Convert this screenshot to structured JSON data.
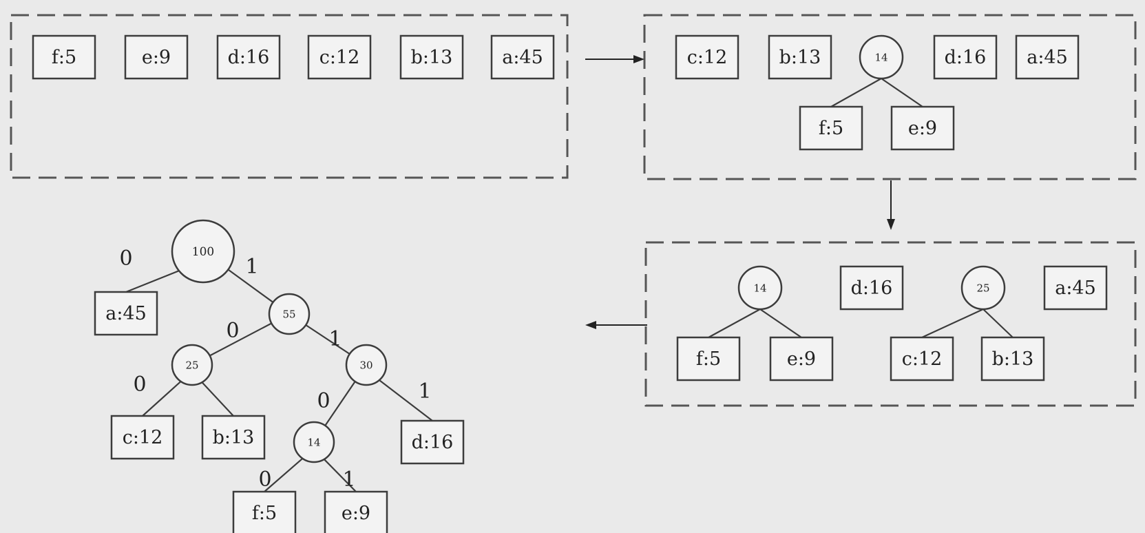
{
  "colors": {
    "background": "#eaeaea",
    "stroke": "#3c3c3c",
    "box_fill": "#f3f3f3",
    "text": "#222222"
  },
  "panels": [
    {
      "id": "panel-1",
      "roots": [
        {
          "label": "f:5"
        },
        {
          "label": "e:9"
        },
        {
          "label": "d:16"
        },
        {
          "label": "c:12"
        },
        {
          "label": "b:13"
        },
        {
          "label": "a:45"
        }
      ]
    },
    {
      "id": "panel-2",
      "roots": [
        {
          "label": "c:12"
        },
        {
          "label": "b:13"
        },
        {
          "label": "14",
          "children": [
            {
              "label": "f:5"
            },
            {
              "label": "e:9"
            }
          ]
        },
        {
          "label": "d:16"
        },
        {
          "label": "a:45"
        }
      ]
    },
    {
      "id": "panel-3",
      "roots": [
        {
          "label": "14",
          "children": [
            {
              "label": "f:5"
            },
            {
              "label": "e:9"
            }
          ]
        },
        {
          "label": "d:16"
        },
        {
          "label": "25",
          "children": [
            {
              "label": "c:12"
            },
            {
              "label": "b:13"
            }
          ]
        },
        {
          "label": "a:45"
        }
      ]
    }
  ],
  "final_tree": {
    "label": "100",
    "children": [
      {
        "edge": "0",
        "label": "a:45"
      },
      {
        "edge": "1",
        "label": "55",
        "children": [
          {
            "edge": "0",
            "label": "25",
            "children": [
              {
                "edge": "0",
                "label": "c:12"
              },
              {
                "edge": "",
                "label": "b:13"
              }
            ]
          },
          {
            "edge": "1",
            "label": "30",
            "children": [
              {
                "edge": "0",
                "label": "14",
                "children": [
                  {
                    "edge": "0",
                    "label": "f:5"
                  },
                  {
                    "edge": "1",
                    "label": "e:9"
                  }
                ]
              },
              {
                "edge": "1",
                "label": "d:16"
              }
            ]
          }
        ]
      }
    ]
  }
}
